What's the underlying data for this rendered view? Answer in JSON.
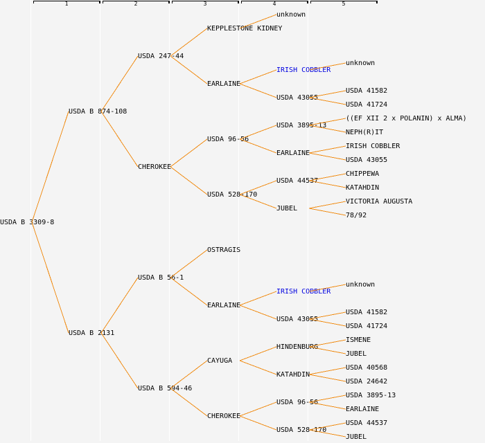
{
  "colors": {
    "background": "#f4f4f4",
    "connector": "#f08c14",
    "link": "#0000e0",
    "text": "#000000"
  },
  "generations": [
    "1",
    "2",
    "3",
    "4",
    "5"
  ],
  "pedigree": {
    "name": "USDA B 3309-8",
    "parents": [
      {
        "name": "USDA B 874-108",
        "parents": [
          {
            "name": "USDA 247-44",
            "parents": [
              {
                "name": "KEPPLESTONE KIDNEY",
                "parents": [
                  {
                    "name": "unknown"
                  },
                  null
                ]
              },
              {
                "name": "EARLAINE",
                "parents": [
                  {
                    "name": "IRISH COBBLER",
                    "link": true,
                    "parents": [
                      {
                        "name": "unknown"
                      },
                      null
                    ]
                  },
                  {
                    "name": "USDA 43055",
                    "parents": [
                      {
                        "name": "USDA 41582"
                      },
                      {
                        "name": "USDA 41724"
                      }
                    ]
                  }
                ]
              }
            ]
          },
          {
            "name": "CHEROKEE",
            "parents": [
              {
                "name": "USDA 96-56",
                "parents": [
                  {
                    "name": "USDA 3895-13",
                    "parents": [
                      {
                        "name": "((EF XII 2 x POLANIN) x ALMA)"
                      },
                      {
                        "name": "NEPH(R)IT"
                      }
                    ]
                  },
                  {
                    "name": "EARLAINE",
                    "parents": [
                      {
                        "name": "IRISH COBBLER"
                      },
                      {
                        "name": "USDA 43055"
                      }
                    ]
                  }
                ]
              },
              {
                "name": "USDA 528-170",
                "parents": [
                  {
                    "name": "USDA 44537",
                    "parents": [
                      {
                        "name": "CHIPPEWA"
                      },
                      {
                        "name": "KATAHDIN"
                      }
                    ]
                  },
                  {
                    "name": "JUBEL",
                    "parents": [
                      {
                        "name": "VICTORIA AUGUSTA"
                      },
                      {
                        "name": "78/92"
                      }
                    ]
                  }
                ]
              }
            ]
          }
        ]
      },
      {
        "name": "USDA B 2131",
        "parents": [
          {
            "name": "USDA B 56-1",
            "parents": [
              {
                "name": "OSTRAGIS"
              },
              {
                "name": "EARLAINE",
                "parents": [
                  {
                    "name": "IRISH COBBLER",
                    "link": true,
                    "parents": [
                      {
                        "name": "unknown"
                      },
                      null
                    ]
                  },
                  {
                    "name": "USDA 43055",
                    "parents": [
                      {
                        "name": "USDA 41582"
                      },
                      {
                        "name": "USDA 41724"
                      }
                    ]
                  }
                ]
              }
            ]
          },
          {
            "name": "USDA B 594-46",
            "parents": [
              {
                "name": "CAYUGA",
                "parents": [
                  {
                    "name": "HINDENBURG",
                    "parents": [
                      {
                        "name": "ISMENE"
                      },
                      {
                        "name": "JUBEL"
                      }
                    ]
                  },
                  {
                    "name": "KATAHDIN",
                    "parents": [
                      {
                        "name": "USDA 40568"
                      },
                      {
                        "name": "USDA 24642"
                      }
                    ]
                  }
                ]
              },
              {
                "name": "CHEROKEE",
                "parents": [
                  {
                    "name": "USDA 96-56",
                    "parents": [
                      {
                        "name": "USDA 3895-13"
                      },
                      {
                        "name": "EARLAINE"
                      }
                    ]
                  },
                  {
                    "name": "USDA 528-170",
                    "parents": [
                      {
                        "name": "USDA 44537"
                      },
                      {
                        "name": "JUBEL"
                      }
                    ]
                  }
                ]
              }
            ]
          }
        ]
      }
    ]
  }
}
